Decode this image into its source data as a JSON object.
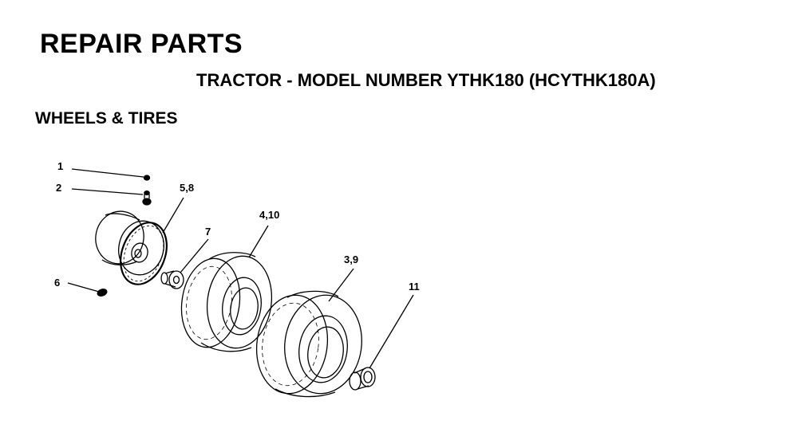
{
  "header": {
    "title": "REPAIR PARTS",
    "subtitle": "TRACTOR - MODEL NUMBER YTHK180 (HCYTHK180A)",
    "section": "WHEELS & TIRES"
  },
  "callouts": {
    "c1": "1",
    "c2": "2",
    "c58": "5,8",
    "c7": "7",
    "c410": "4,10",
    "c39": "3,9",
    "c6": "6",
    "c11": "11"
  }
}
